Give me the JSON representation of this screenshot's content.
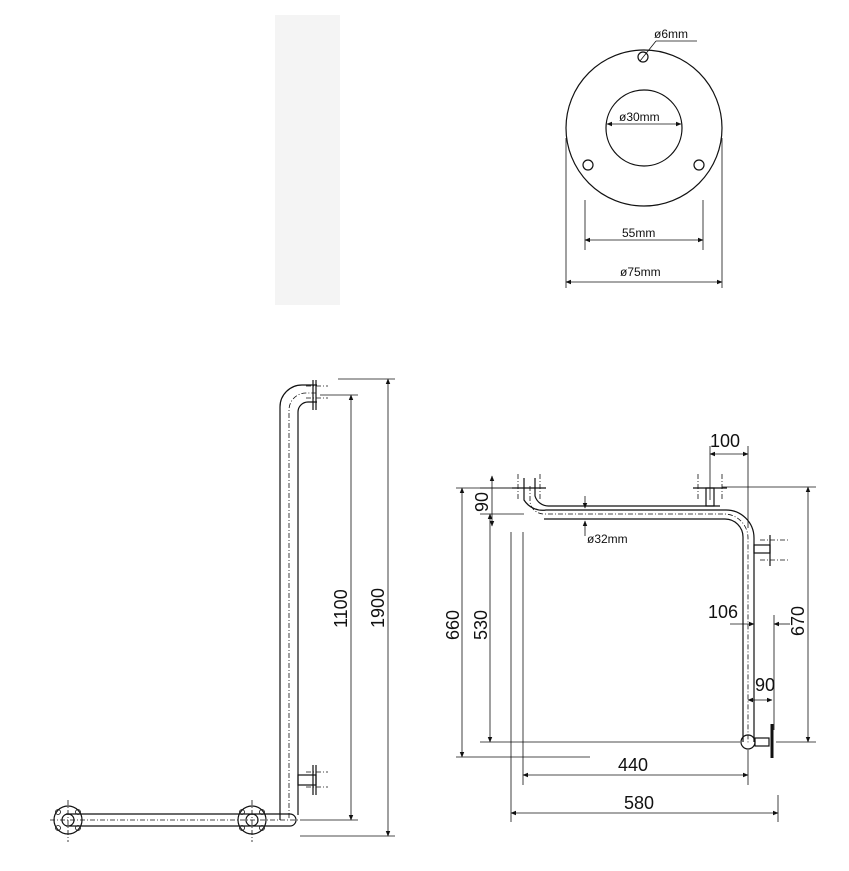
{
  "flange_view": {
    "hole_label": "ø6mm",
    "bore_label": "ø30mm",
    "hole_spacing_label": "55mm",
    "outer_diameter_label": "ø75mm"
  },
  "side_view": {
    "bar_length_label": "1100",
    "total_height_label": "1900"
  },
  "front_view": {
    "offset_top_label": "100",
    "top_drop_label": "90",
    "tube_diameter_label": "ø32mm",
    "overall_left_height_label": "660",
    "inner_height_label": "530",
    "right_offset_label": "106",
    "right_height_label": "670",
    "bottom_offset_label": "90",
    "inner_width_label": "440",
    "overall_width_label": "580"
  },
  "colors": {
    "line": "#111111",
    "background": "#ffffff"
  }
}
